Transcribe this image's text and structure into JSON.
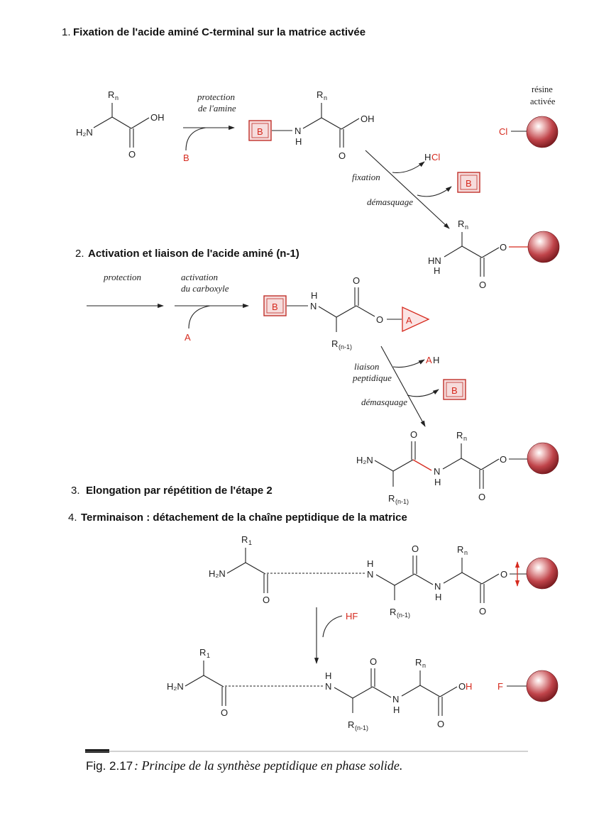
{
  "steps": {
    "s1": {
      "num": "1.",
      "title": "Fixation de l'acide aminé  C-terminal sur la matrice activée"
    },
    "s2": {
      "num": "2.",
      "title": "Activation et liaison de l'acide aminé (n-1)"
    },
    "s3": {
      "num": "3.",
      "title": "Elongation  par répétition de l'étape 2"
    },
    "s4": {
      "num": "4.",
      "title": "Terminaison : détachement de la chaîne peptidique de la matrice"
    }
  },
  "labels": {
    "resine_1": "résine",
    "resine_2": "activée",
    "protection_1": "protection",
    "protection_2": "de l'amine",
    "fixation": "fixation",
    "demasquage": "démasquage",
    "protection": "protection",
    "activation_1": "activation",
    "activation_2": "du carboxyle",
    "liaison_1": "liaison",
    "liaison_2": "peptidique",
    "demasquage2": "démasquage"
  },
  "atoms": {
    "R": "R",
    "n": "n",
    "n1": "(n-1)",
    "one": "1",
    "H2N": "H₂N",
    "HN": "HN",
    "OH": "OH",
    "O": "O",
    "N": "N",
    "H": "H",
    "B": "B",
    "A": "A",
    "AH_A": "A",
    "AH_H": "H",
    "HCl_H": "H",
    "HCl_Cl": "Cl",
    "Cl": "Cl",
    "HF": "HF",
    "F": "F"
  },
  "caption": {
    "label": "Fig. 2.17",
    "text": ": Principe de la synthèse peptidique en phase solide."
  },
  "colors": {
    "accent_red": "#d62a1e",
    "box_fill": "#f6dcdc",
    "bead_dark": "#8a1c20",
    "bead_light": "#f2c8c8"
  }
}
